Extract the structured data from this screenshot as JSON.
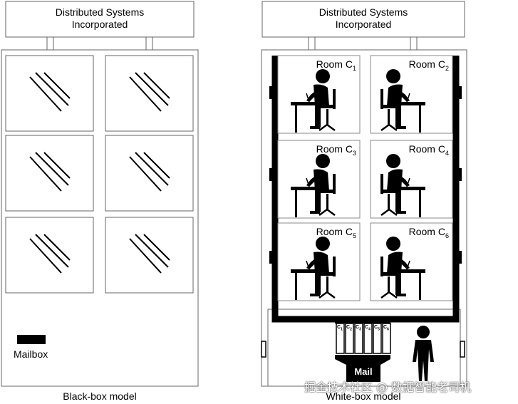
{
  "company": {
    "line1": "Distributed Systems",
    "line2": "Incorporated"
  },
  "black_box": {
    "mailbox_label": "Mailbox",
    "caption": "Black-box model"
  },
  "white_box": {
    "caption": "White-box model",
    "rooms": [
      {
        "label": "Room C",
        "sub": "1"
      },
      {
        "label": "Room C",
        "sub": "2"
      },
      {
        "label": "Room C",
        "sub": "3"
      },
      {
        "label": "Room C",
        "sub": "4"
      },
      {
        "label": "Room C",
        "sub": "5"
      },
      {
        "label": "Room C",
        "sub": "6"
      }
    ],
    "slots": [
      {
        "label": "C",
        "sub": "1"
      },
      {
        "label": "C",
        "sub": "2"
      },
      {
        "label": "C",
        "sub": "3"
      },
      {
        "label": "C",
        "sub": "4"
      },
      {
        "label": "C",
        "sub": "5"
      },
      {
        "label": "C",
        "sub": "6"
      }
    ],
    "mail_label": "Mail"
  },
  "watermark": "掘金技术社区 @ 数据智能老司机",
  "colors": {
    "line": "#666666",
    "ink": "#000000",
    "background": "#ffffff"
  }
}
